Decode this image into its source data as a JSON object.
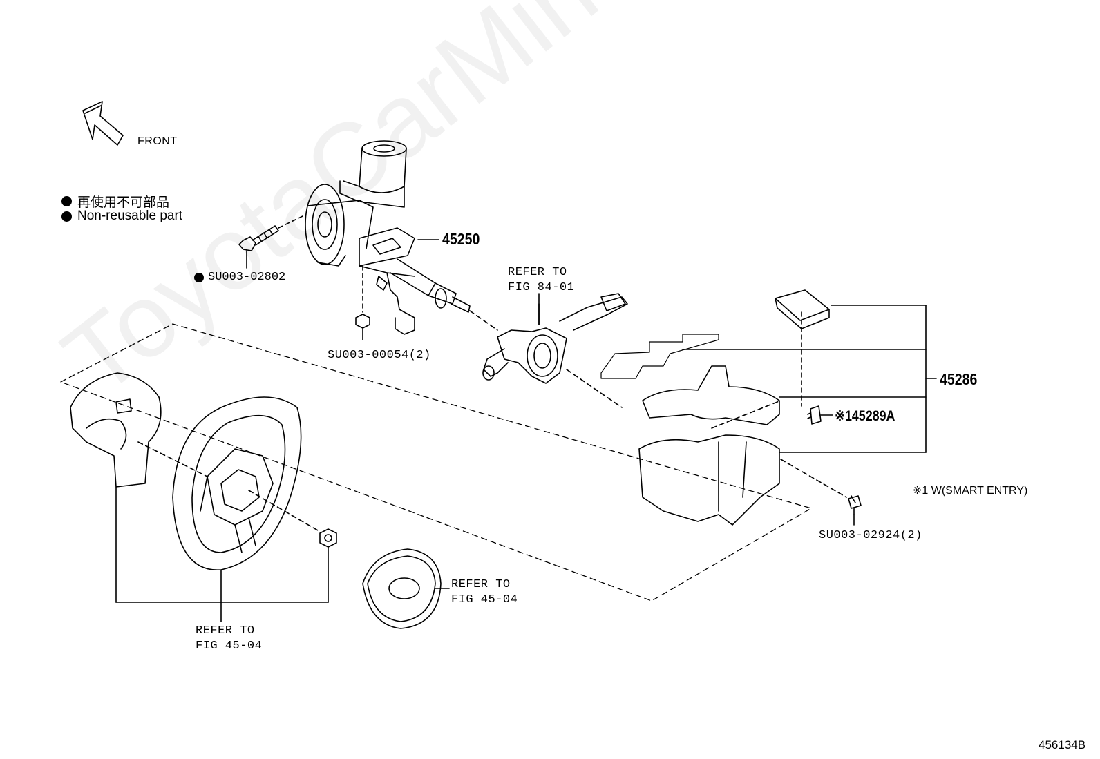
{
  "front_label": "FRONT",
  "legend": {
    "line_jp": "再使用不可部品",
    "line_en": "Non-reusable part"
  },
  "parts": {
    "p45250": "45250",
    "p45286": "45286",
    "p45289a": "※145289A",
    "su_02802": "SU003-02802",
    "su_00054": "SU003-00054(2)",
    "su_02924": "SU003-02924(2)"
  },
  "refs": {
    "ref_8401_a": "REFER TO",
    "ref_8401_b": "FIG 84-01",
    "ref_4504_pad_a": "REFER TO",
    "ref_4504_pad_b": "FIG 45-04",
    "ref_4504_wheel_a": "REFER TO",
    "ref_4504_wheel_b": "FIG 45-04"
  },
  "note_smart_entry": "※1 W(SMART ENTRY)",
  "figure_id": "456134B",
  "watermark": "ToyotaCarMine.ru"
}
